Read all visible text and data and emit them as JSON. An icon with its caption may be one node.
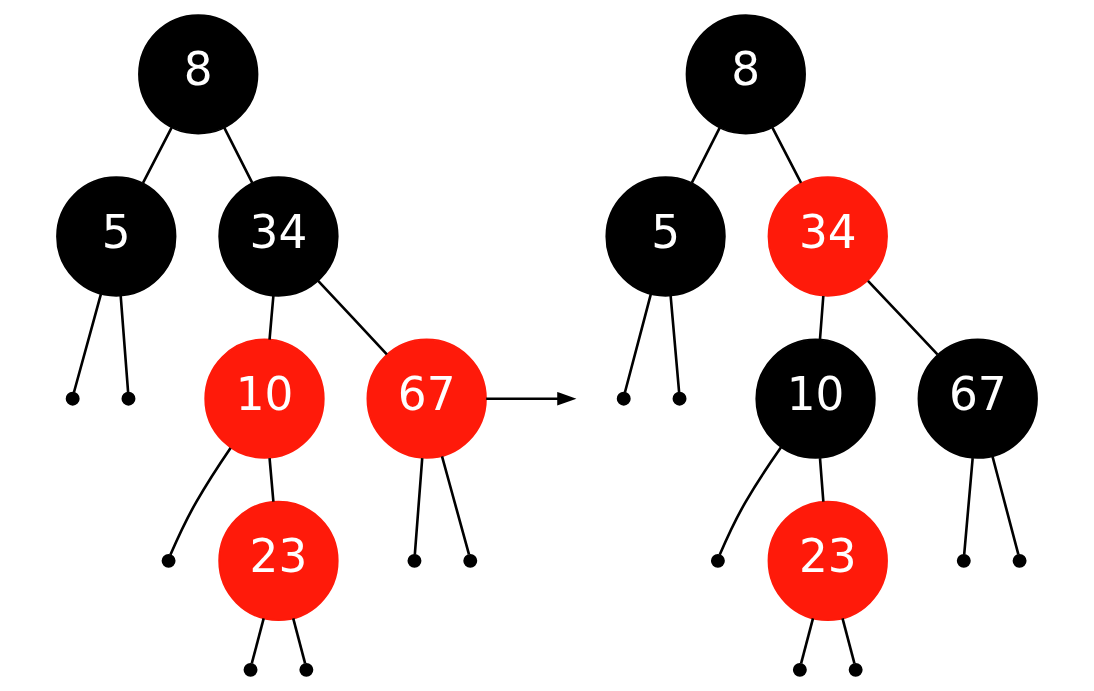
{
  "diagram": {
    "nodes": [
      {
        "text": [
          "8"
        ]
      },
      {
        "text": [
          "5"
        ]
      },
      {
        "text": [
          "34"
        ]
      },
      {
        "text": [],
        "shape": "circle"
      },
      {
        "text": [],
        "shape": "circle"
      },
      {
        "text": [
          "10"
        ]
      },
      {
        "text": [
          "67"
        ]
      },
      {
        "text": [],
        "shape": "circle"
      },
      {
        "text": [],
        "shape": "circle"
      },
      {
        "text": [],
        "shape": "circle"
      },
      {
        "text": [
          "23"
        ]
      },
      {
        "text": [],
        "shape": "circle"
      },
      {
        "text": [],
        "shape": "circle"
      },
      {
        "text": [
          "8"
        ]
      },
      {
        "text": [
          "5"
        ]
      },
      {
        "text": [
          "34"
        ]
      },
      {
        "text": [],
        "shape": "circle"
      },
      {
        "text": [],
        "shape": "circle"
      },
      {
        "text": [
          "10"
        ]
      },
      {
        "text": [
          "67"
        ]
      },
      {
        "text": [],
        "shape": "circle"
      },
      {
        "text": [],
        "shape": "circle"
      },
      {
        "text": [],
        "shape": "circle"
      },
      {
        "text": [
          "23"
        ]
      },
      {
        "text": [],
        "shape": "circle"
      },
      {
        "text": [],
        "shape": "circle"
      }
    ],
    "edges": [
      {
        "from": 0,
        "to": 1,
        "arrow": "none"
      },
      {
        "from": 0,
        "to": 2,
        "arrow": "none"
      },
      {
        "from": 1,
        "to": 3,
        "arrow": "none"
      },
      {
        "from": 1,
        "to": 4,
        "arrow": "none"
      },
      {
        "from": 2,
        "to": 5,
        "arrow": "none"
      },
      {
        "from": 2,
        "to": 6,
        "arrow": "none"
      },
      {
        "from": 5,
        "to": 7,
        "arrow": "none"
      },
      {
        "from": 5,
        "to": 10,
        "arrow": "none"
      },
      {
        "from": 6,
        "to": 8,
        "arrow": "none"
      },
      {
        "from": 6,
        "to": 9,
        "arrow": "none"
      },
      {
        "from": 10,
        "to": 11,
        "arrow": "none"
      },
      {
        "from": 10,
        "to": 12,
        "arrow": "none"
      },
      {
        "from": 13,
        "to": 14,
        "arrow": "none"
      },
      {
        "from": 13,
        "to": 15,
        "arrow": "none"
      },
      {
        "from": 14,
        "to": 16,
        "arrow": "none"
      },
      {
        "from": 14,
        "to": 17,
        "arrow": "none"
      },
      {
        "from": 15,
        "to": 18,
        "arrow": "none"
      },
      {
        "from": 15,
        "to": 19,
        "arrow": "none"
      },
      {
        "from": 18,
        "to": 20,
        "arrow": "none"
      },
      {
        "from": 18,
        "to": 23,
        "arrow": "none"
      },
      {
        "from": 19,
        "to": 21,
        "arrow": "none"
      },
      {
        "from": 19,
        "to": 22,
        "arrow": "none"
      },
      {
        "from": 23,
        "to": 24,
        "arrow": "none"
      },
      {
        "from": 23,
        "to": 25,
        "arrow": "none"
      },
      {
        "from": 6,
        "to": null,
        "arrow": "to"
      }
    ]
  }
}
